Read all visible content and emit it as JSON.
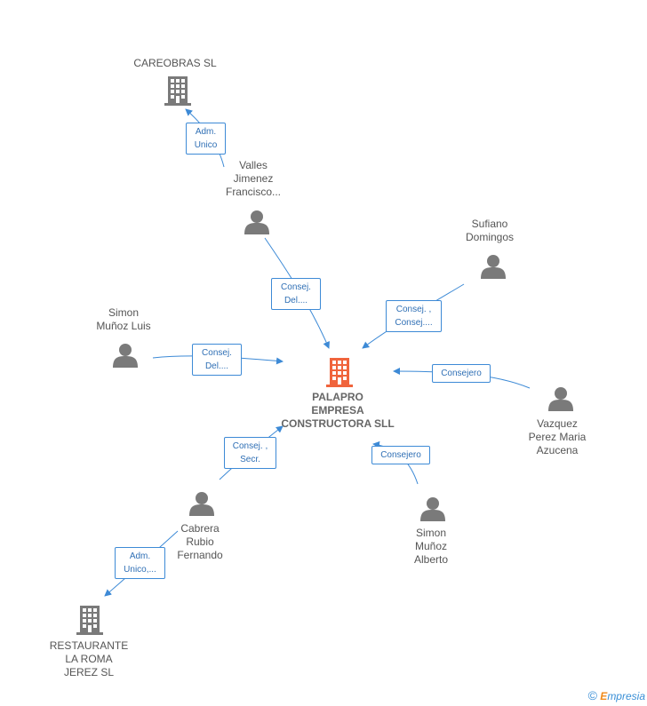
{
  "center": {
    "name": "PALAPRO\nEMPRESA\nCONSTRUCTORA SLL"
  },
  "nodes": {
    "careobras": "CAREOBRAS SL",
    "valles": "Valles\nJimenez\nFrancisco...",
    "sufiano": "Sufiano\nDomingos",
    "simon_luis": "Simon\nMuñoz Luis",
    "vazquez": "Vazquez\nPerez Maria\nAzucena",
    "cabrera": "Cabrera\nRubio\nFernando",
    "simon_alberto": "Simon\nMuñoz\nAlberto",
    "restaurante": "RESTAURANTE\nLA ROMA\nJEREZ SL"
  },
  "edges": {
    "valles_careobras": "Adm.\nUnico",
    "valles_center": "Consej.\nDel....",
    "sufiano_center": "Consej. ,\nConsej....",
    "simon_luis_center": "Consej.\nDel....",
    "vazquez_center": "Consejero",
    "cabrera_center": "Consej. ,\nSecr.",
    "simon_alberto_center": "Consejero",
    "cabrera_restaurante": "Adm.\nUnico,..."
  },
  "footer": {
    "copyright": "©",
    "brand_initial": "E",
    "brand_rest": "mpresia"
  },
  "colors": {
    "edge": "#3d8ad6",
    "center_icon": "#f0643c",
    "node_icon": "#7a7a7a"
  }
}
